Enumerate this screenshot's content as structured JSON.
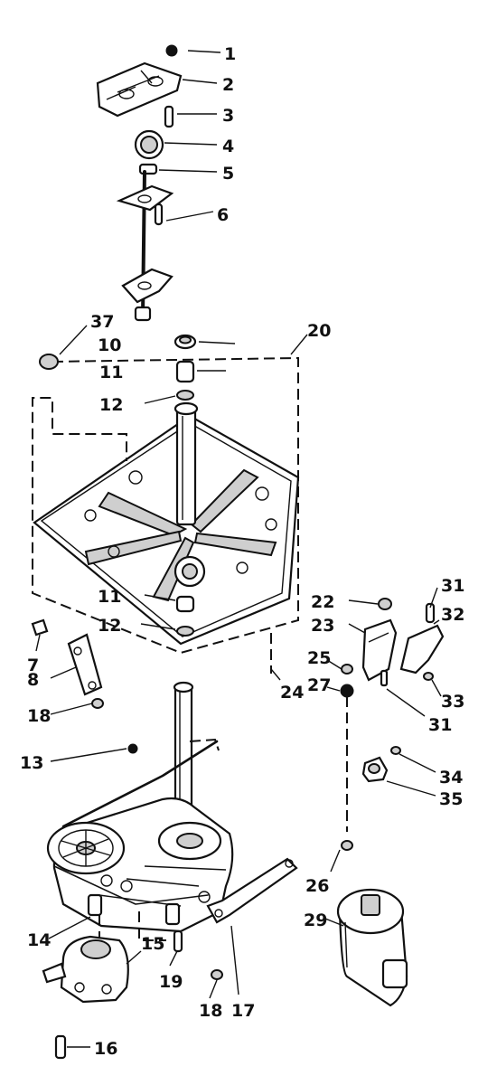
{
  "diagram": {
    "part_numbers": [
      "1",
      "2",
      "3",
      "4",
      "5",
      "6",
      "37",
      "10",
      "20",
      "11",
      "12",
      "11",
      "12",
      "7",
      "8",
      "18",
      "13",
      "22",
      "23",
      "25",
      "27",
      "24",
      "31",
      "32",
      "31",
      "33",
      "34",
      "35",
      "26",
      "29",
      "14",
      "15",
      "19",
      "18",
      "17",
      "16"
    ]
  }
}
